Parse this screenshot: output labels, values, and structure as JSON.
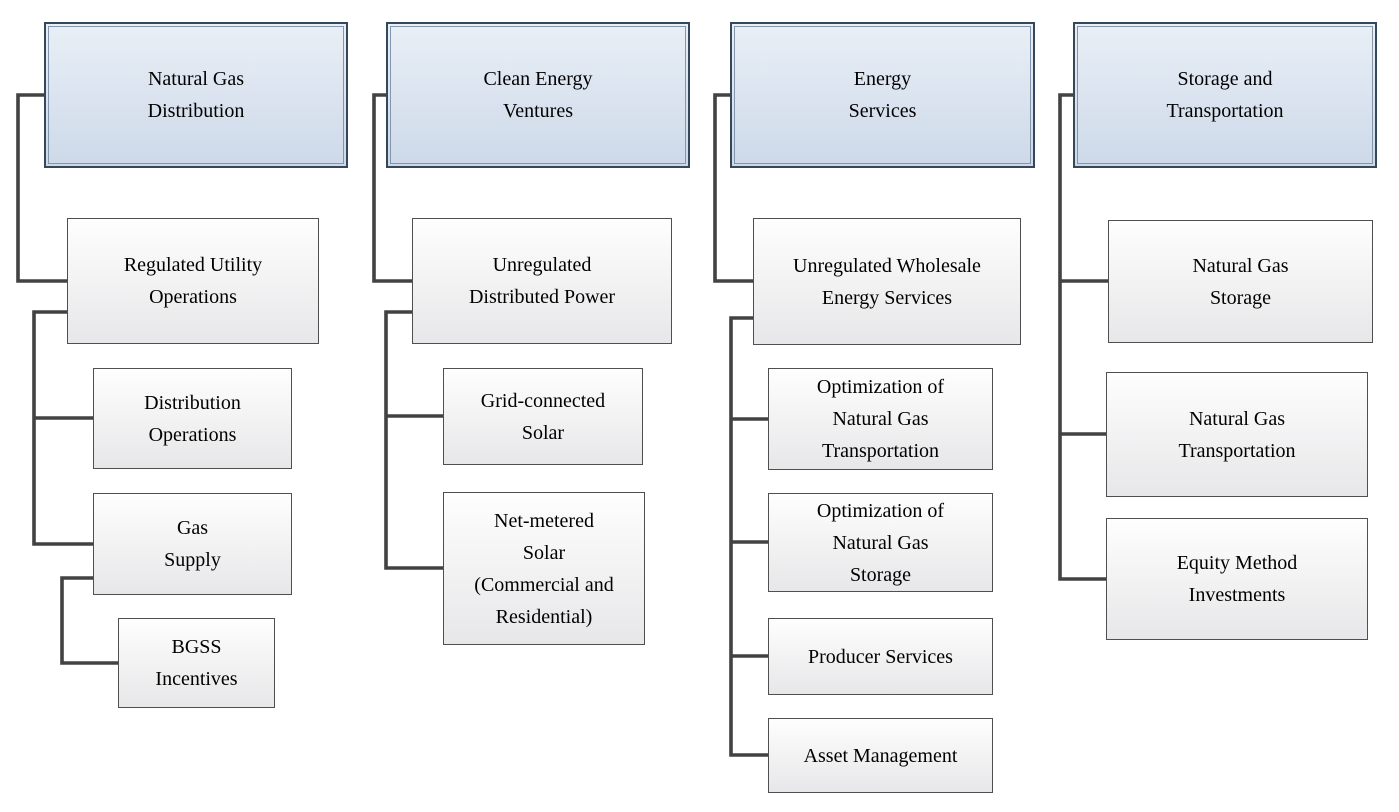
{
  "diagram": {
    "type": "org-hierarchy",
    "colors": {
      "header_fill_top": "#e9eff6",
      "header_fill_bottom": "#cdd9e9",
      "header_border": "#35475b",
      "header_inner_border": "#8496ab",
      "child_fill_top": "#fefefe",
      "child_fill_bottom": "#e7e7e9",
      "child_border": "#4f4f4f",
      "connector": "#424242",
      "text": "#000000"
    },
    "columns": [
      {
        "header": {
          "label": "Natural Gas\nDistribution"
        },
        "children": [
          {
            "label": "Regulated Utility\nOperations"
          },
          {
            "label": "Distribution\nOperations"
          },
          {
            "label": "Gas\nSupply"
          },
          {
            "label": "BGSS\nIncentives"
          }
        ]
      },
      {
        "header": {
          "label": "Clean Energy\nVentures"
        },
        "children": [
          {
            "label": "Unregulated\nDistributed Power"
          },
          {
            "label": "Grid-connected\nSolar"
          },
          {
            "label": "Net-metered\nSolar\n(Commercial and\nResidential)"
          }
        ]
      },
      {
        "header": {
          "label": "Energy\nServices"
        },
        "children": [
          {
            "label": "Unregulated Wholesale\nEnergy Services"
          },
          {
            "label": "Optimization of\nNatural Gas\nTransportation"
          },
          {
            "label": "Optimization of\nNatural Gas\nStorage"
          },
          {
            "label": "Producer Services"
          },
          {
            "label": "Asset Management"
          }
        ]
      },
      {
        "header": {
          "label": "Storage and\nTransportation"
        },
        "children": [
          {
            "label": "Natural Gas\nStorage"
          },
          {
            "label": "Natural Gas\nTransportation"
          },
          {
            "label": "Equity Method\nInvestments"
          }
        ]
      }
    ]
  }
}
